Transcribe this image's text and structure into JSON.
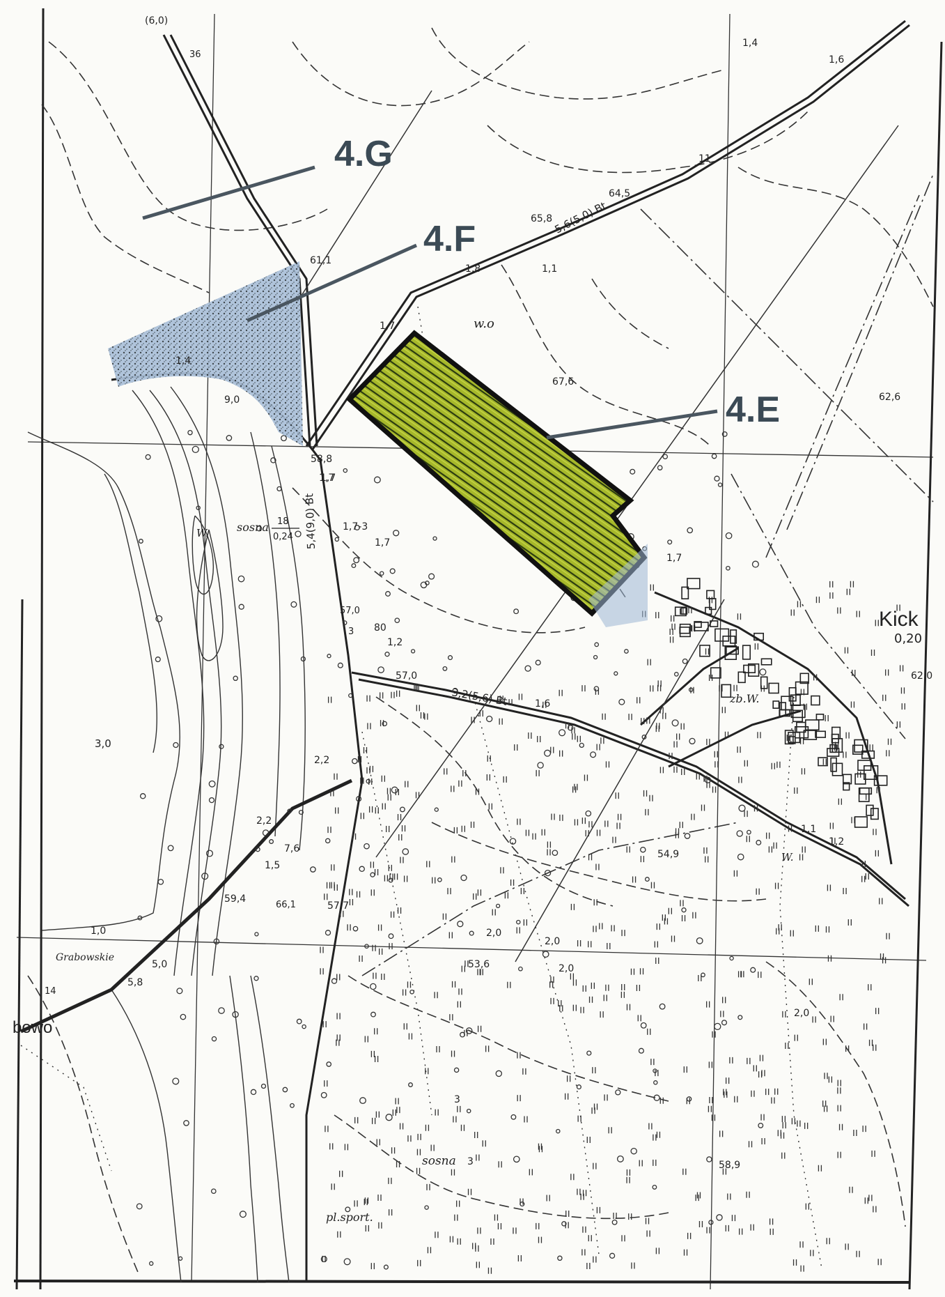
{
  "areas": {
    "area_g": {
      "label": "4.G"
    },
    "area_f": {
      "label": "4.F"
    },
    "area_e": {
      "label": "4.E",
      "color": "#a6b82a",
      "outline": "#1a1a1a"
    }
  },
  "colors": {
    "area_f_tint": "#9cb6d4",
    "line_ink": "#222222",
    "leader": "#4a5660"
  },
  "place_names": {
    "kicko": "Kick",
    "grabowskie": "Grabowskie",
    "bowo": "bowo",
    "sosna_1": "sosna",
    "sosna_2": "sosna",
    "pl_sport": "pl.sport.",
    "zbw": "zb.W.",
    "w1": "w.o",
    "w2": "W.",
    "w3": "W."
  },
  "elevations": {
    "e1": "64,5",
    "e2": "65,8",
    "e3": "61,1",
    "e4": "67,6",
    "e5": "62,6",
    "e6": "58,8",
    "e7": "57,0",
    "e8": "57,7",
    "e9": "59,4",
    "e10": "53,6",
    "e11": "54,9",
    "e12": "58,9",
    "e13": "62,0",
    "e14": "0,20",
    "e15": "66,1",
    "e16": "57,0"
  },
  "values": {
    "v1": "1,8",
    "v2": "1,1",
    "v3": "1,7",
    "v4": "1,7",
    "v5": "1,7",
    "v6": "1,7",
    "v7": "3,0",
    "v8": "2,2",
    "v9": "2,2",
    "v10": "7,6",
    "v11": "1,5",
    "v12": "2,0",
    "v13": "2,0",
    "v14": "2,0",
    "v15": "1,0",
    "v16": "5,0",
    "v17": "5,8",
    "v18": "1,6",
    "v19": "1,1",
    "v20": "1,2",
    "v21": "1,2",
    "v22": "1,4",
    "v23": "1,6",
    "v24": "9,0",
    "v25": "1,4",
    "v26": "1,7",
    "v27": "2,0"
  },
  "road_labels": {
    "r1": "5,6(5,0) Bt",
    "r2": "5,4(9,0) Bt",
    "r3": "3,2(5,6) Bt",
    "r4": "(6,0)",
    "r5": "1,7-3"
  },
  "stand_labels": {
    "sosna_frac_top": "18",
    "sosna_frac_bottom": "0,24",
    "sosna_num": "3",
    "num_80": "80",
    "num_3": "3",
    "num_3b": "3",
    "num_36": "36",
    "num_11": "11",
    "num_14": "14"
  }
}
